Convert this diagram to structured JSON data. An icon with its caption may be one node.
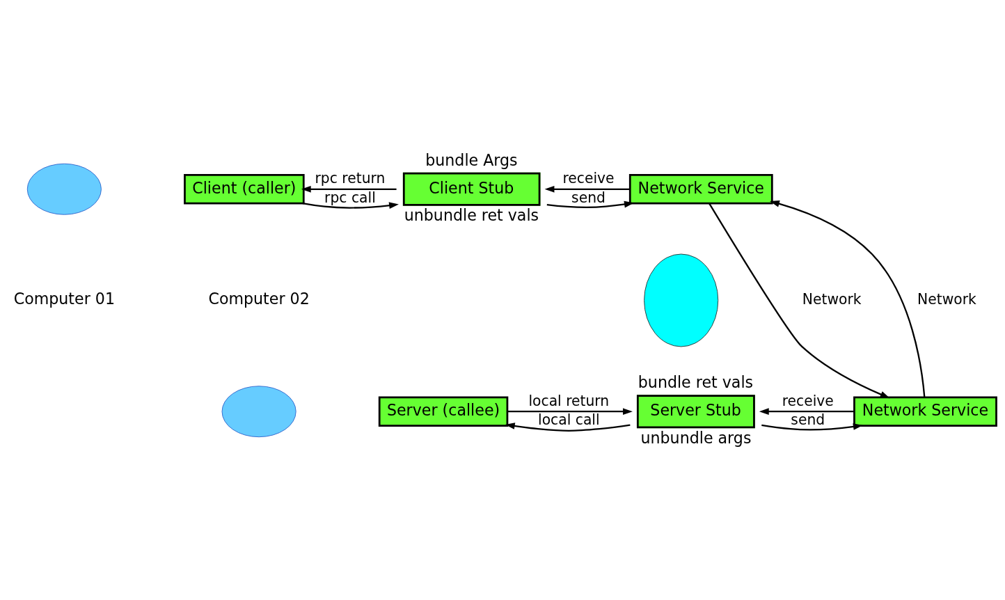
{
  "diagram": {
    "nodes": [
      {
        "text": [],
        "shape": "circle"
      },
      {
        "text": [
          "Client (caller)"
        ]
      },
      {
        "text": [
          "Client Stub"
        ],
        "beside": [
          "bundle Args",
          "unbundle ret vals"
        ]
      },
      {
        "text": [
          "Network Service"
        ]
      },
      {
        "text": [],
        "shape": "cloud"
      },
      {
        "text": [],
        "shape": "circle"
      },
      {
        "text": [
          "Server (callee)"
        ]
      },
      {
        "text": [
          "Server Stub"
        ],
        "beside": [
          "bundle ret vals",
          "unbundle args"
        ]
      },
      {
        "text": [
          "Network Service"
        ]
      }
    ],
    "edges": [
      {
        "from": 1,
        "to": 2,
        "arrow": "to",
        "label": "rpc call"
      },
      {
        "from": 2,
        "to": 1,
        "arrow": "to",
        "label": "rpc return"
      },
      {
        "from": 2,
        "to": 3,
        "arrow": "to",
        "label": "send"
      },
      {
        "from": 3,
        "to": 2,
        "arrow": "to",
        "label": "receive"
      },
      {
        "from": 8,
        "to": 3,
        "arrow": "to",
        "label": "Network"
      },
      {
        "from": 3,
        "to": 8,
        "arrow": "to",
        "label": "Network"
      },
      {
        "from": 6,
        "to": 7,
        "arrow": "to",
        "label": "local return"
      },
      {
        "from": 7,
        "to": 6,
        "arrow": "to",
        "label": "local call"
      },
      {
        "from": 7,
        "to": 8,
        "arrow": "to",
        "label": "send"
      },
      {
        "from": 8,
        "to": 7,
        "arrow": "to",
        "label": "receive"
      }
    ],
    "labels": [
      "Computer 01",
      "Computer 02"
    ]
  }
}
